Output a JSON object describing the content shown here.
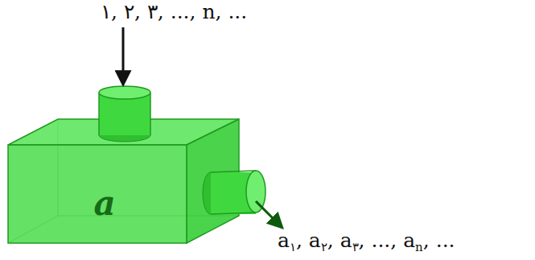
{
  "diagram": {
    "nodes": [
      {
        "text": [
          "a"
        ]
      }
    ],
    "labels": [
      "۱, ۲, ۳, ..., n, ...",
      "a۱, a۲, a۳, ..., an, ..."
    ]
  }
}
